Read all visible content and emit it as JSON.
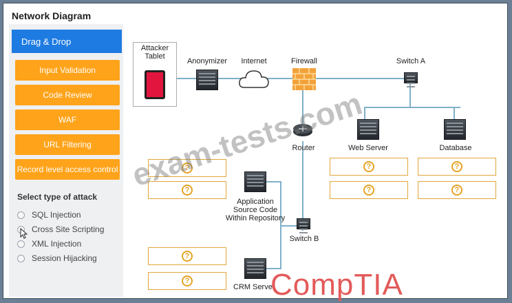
{
  "window": {
    "title": "Network Diagram"
  },
  "sidebar": {
    "header": "Drag & Drop",
    "options": [
      "Input Validation",
      "Code Review",
      "WAF",
      "URL Filtering",
      "Record level access control"
    ],
    "attack_title": "Select type of attack",
    "attacks": [
      "SQL Injection",
      "Cross Site Scripting",
      "XML Injection",
      "Session Hijacking"
    ]
  },
  "diagram": {
    "labels": {
      "attacker": "Attacker\nTablet",
      "anonymizer": "Anonymizer",
      "internet": "Internet",
      "firewall": "Firewall",
      "switch_a": "Switch A",
      "router": "Router",
      "web_server": "Web Server",
      "database": "Database",
      "app_repo": "Application\nSource Code\nWithin Repository",
      "switch_b": "Switch B",
      "crm_server": "CRM Server"
    },
    "drop_marker": "?"
  },
  "watermark": "exam-tests.com",
  "brand": "CompTIA"
}
